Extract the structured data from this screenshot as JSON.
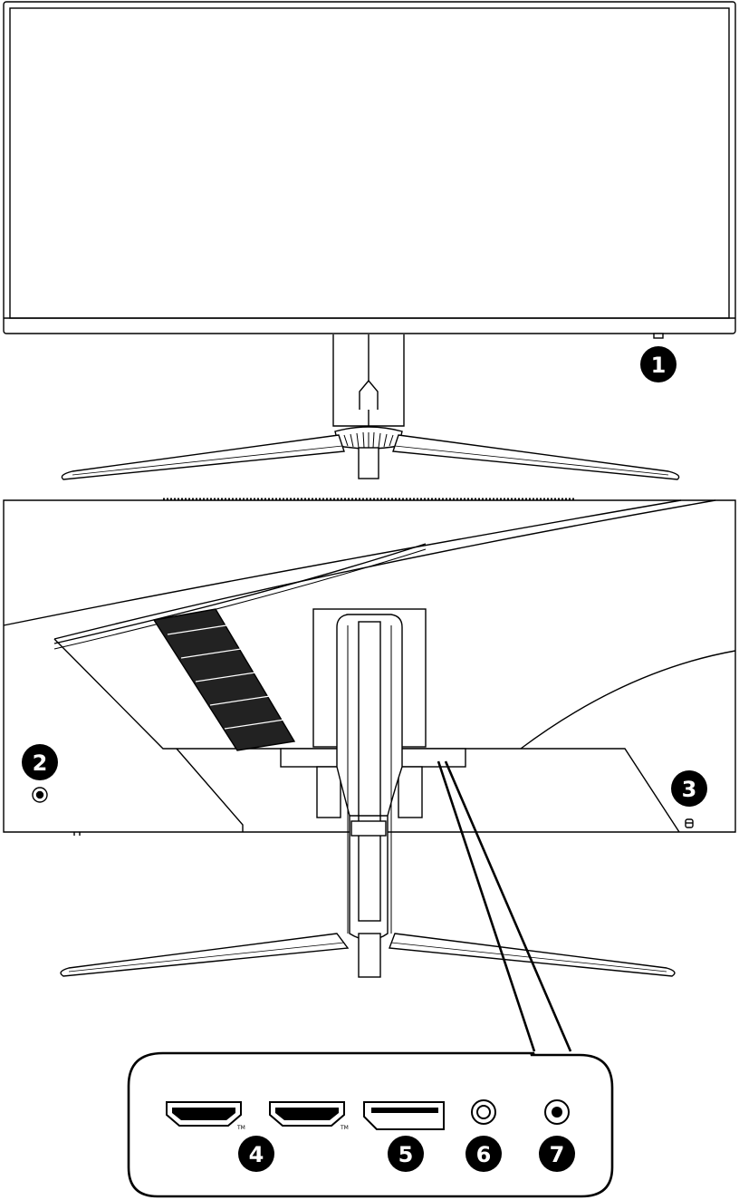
{
  "diagram": {
    "colors": {
      "line": "#000000",
      "fill": "#ffffff",
      "badge": "#000000",
      "badge_text": "#ffffff"
    },
    "callouts": [
      {
        "id": "1",
        "label": "1"
      },
      {
        "id": "2",
        "label": "2"
      },
      {
        "id": "3",
        "label": "3"
      },
      {
        "id": "4",
        "label": "4"
      },
      {
        "id": "5",
        "label": "5"
      },
      {
        "id": "6",
        "label": "6"
      },
      {
        "id": "7",
        "label": "7"
      }
    ],
    "trademark": "TM",
    "ports": [
      "hdmi-port",
      "hdmi-port",
      "displayport-port",
      "dc-in-port",
      "audio-out-port"
    ]
  }
}
